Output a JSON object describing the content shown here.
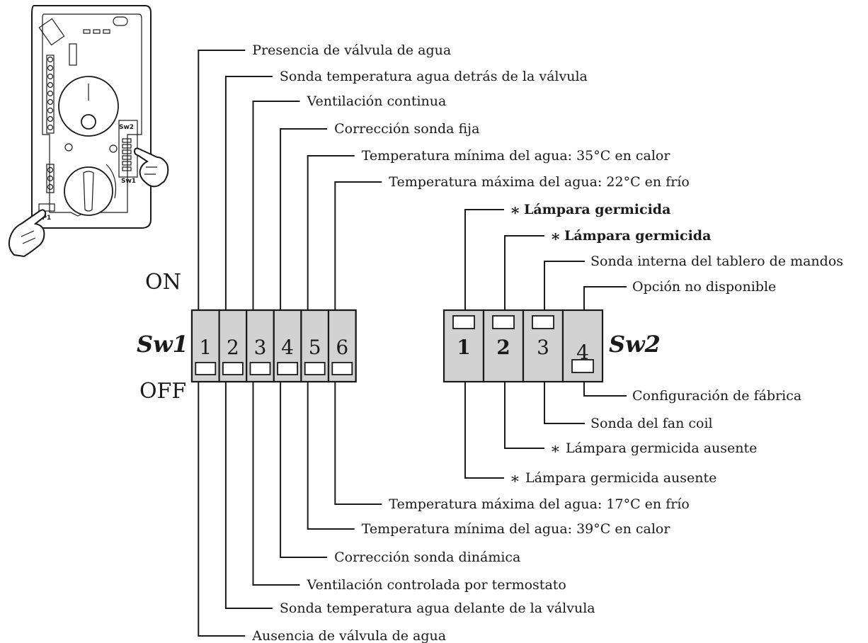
{
  "states": {
    "on": "ON",
    "off": "OFF"
  },
  "sw1": {
    "name": "Sw1",
    "switches": [
      {
        "number": "1",
        "position": "off",
        "on_label": "Presencia de válvula de agua",
        "off_label": "Ausencia de válvula de agua"
      },
      {
        "number": "2",
        "position": "off",
        "on_label": "Sonda temperatura agua detrás de la válvula",
        "off_label": "Sonda temperatura agua delante de la válvula"
      },
      {
        "number": "3",
        "position": "off",
        "on_label": "Ventilación continua",
        "off_label": "Ventilación controlada por termostato"
      },
      {
        "number": "4",
        "position": "off",
        "on_label": "Corrección sonda fija",
        "off_label": "Corrección sonda dinámica"
      },
      {
        "number": "5",
        "position": "off",
        "on_label": "Temperatura mínima del agua: 35°C en calor",
        "off_label": "Temperatura mínima del agua: 39°C en calor"
      },
      {
        "number": "6",
        "position": "off",
        "on_label": "Temperatura máxima del agua: 22°C en frío",
        "off_label": "Temperatura máxima del agua: 17°C en frío"
      }
    ]
  },
  "sw2": {
    "name": "Sw2",
    "switches": [
      {
        "number": "1",
        "bold": true,
        "position": "on",
        "marker": "∗",
        "on_label": "Lámpara germicida",
        "off_label": "Lámpara germicida ausente"
      },
      {
        "number": "2",
        "bold": true,
        "position": "on",
        "marker": "∗",
        "on_label": "Lámpara germicida",
        "off_label": "Lámpara germicida ausente"
      },
      {
        "number": "3",
        "bold": false,
        "position": "on",
        "marker": "",
        "on_label": "Sonda interna del tablero de mandos",
        "off_label": "Sonda del fan coil"
      },
      {
        "number": "4",
        "bold": false,
        "position": "off",
        "marker": "",
        "on_label": "Opción no disponible",
        "off_label": "Configuración de fábrica"
      }
    ]
  },
  "device": {
    "sw2_label": "Sw2",
    "sw1_label": "Sw1",
    "jp1_label": "JP1"
  },
  "icons": [
    "pointing-hand-icon",
    "asterisk-icon"
  ]
}
